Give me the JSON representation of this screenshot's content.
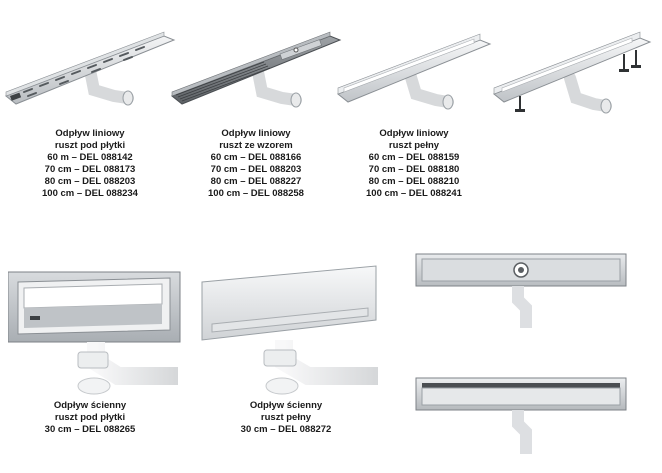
{
  "products": [
    {
      "title": "Odpływ liniowy",
      "subtitle": "ruszt pod płytki",
      "variants": [
        "60 m – DEL 088142",
        "70 cm – DEL 088173",
        "80 cm – DEL 088203",
        "100 cm – DEL 088234"
      ]
    },
    {
      "title": "Odpływ liniowy",
      "subtitle": "ruszt ze wzorem",
      "variants": [
        "60 cm – DEL 088166",
        "70 cm – DEL 088203",
        "80 cm – DEL 088227",
        "100 cm – DEL 088258"
      ]
    },
    {
      "title": "Odpływ liniowy",
      "subtitle": "ruszt pełny",
      "variants": [
        "60 cm – DEL 088159",
        "70 cm – DEL 088180",
        "80 cm – DEL 088210",
        "100 cm – DEL 088241"
      ]
    },
    {
      "title": "Odpływ ścienny",
      "subtitle": "ruszt pod płytki",
      "variants": [
        "30 cm – DEL 088265"
      ]
    },
    {
      "title": "Odpływ ścienny",
      "subtitle": "ruszt pełny",
      "variants": [
        "30 cm – DEL 088272"
      ]
    }
  ],
  "colors": {
    "steel_light": "#e6e8ea",
    "steel_mid": "#c4c8cc",
    "steel_dark": "#8a8f94",
    "grate_dark": "#6e7276",
    "pipe_white": "#f1f2f3"
  }
}
